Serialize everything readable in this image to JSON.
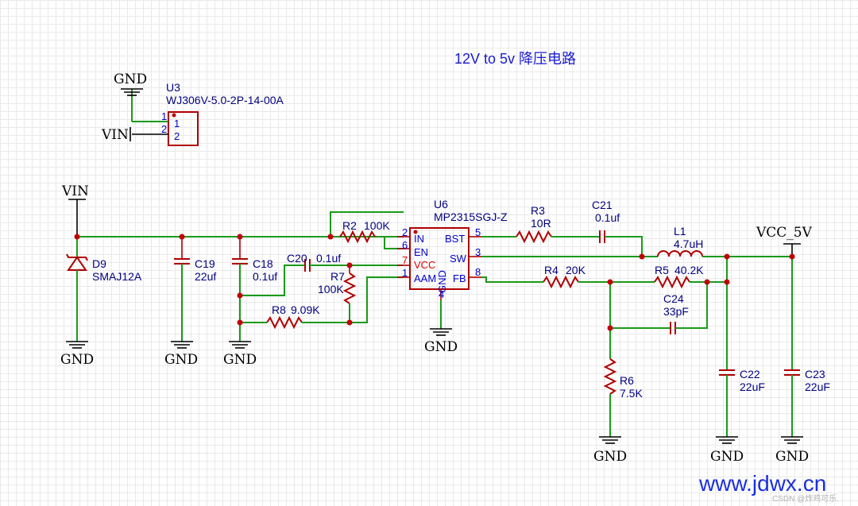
{
  "title": "12V to 5v 降压电路",
  "connector": {
    "ref": "U3",
    "part": "WJ306V-5.0-2P-14-00A",
    "pin1": "1",
    "pin2": "2"
  },
  "nets": {
    "gnd": "GND",
    "vin": "VIN",
    "vcc5": "VCC_5V"
  },
  "ic": {
    "ref": "U6",
    "part": "MP2315SGJ-Z",
    "pins": [
      {
        "num": "2",
        "name": "IN"
      },
      {
        "num": "6",
        "name": "EN"
      },
      {
        "num": "7",
        "name": "VCC"
      },
      {
        "num": "1",
        "name": "AAM"
      },
      {
        "num": "5",
        "name": "BST"
      },
      {
        "num": "3",
        "name": "SW"
      },
      {
        "num": "8",
        "name": "FB"
      },
      {
        "num": "4",
        "name": "GND"
      }
    ]
  },
  "parts": {
    "d9": {
      "ref": "D9",
      "value": "SMAJ12A"
    },
    "c19": {
      "ref": "C19",
      "value": "22uf"
    },
    "c18": {
      "ref": "C18",
      "value": "0.1uf"
    },
    "c20": {
      "ref": "C20",
      "value": "0.1uf"
    },
    "r7": {
      "ref": "R7",
      "value": "100K"
    },
    "r8": {
      "ref": "R8",
      "value": "9.09K"
    },
    "r2": {
      "ref": "R2",
      "value": "100K"
    },
    "r3": {
      "ref": "R3",
      "value": "10R"
    },
    "c21": {
      "ref": "C21",
      "value": "0.1uf"
    },
    "l1": {
      "ref": "L1",
      "value": "4.7uH"
    },
    "r4": {
      "ref": "R4",
      "value": "20K"
    },
    "r5": {
      "ref": "R5",
      "value": "40.2K"
    },
    "c24": {
      "ref": "C24",
      "value": "33pF"
    },
    "r6": {
      "ref": "R6",
      "value": "7.5K"
    },
    "c22": {
      "ref": "C22",
      "value": "22uF"
    },
    "c23": {
      "ref": "C23",
      "value": "22uF"
    }
  },
  "watermark": {
    "site": "www.jdwx.cn",
    "credit": "CSDN @炸鸡可乐."
  },
  "colors": {
    "wire": "#1a9a1a",
    "component": "#b00000",
    "label": "#000080",
    "pin": "#0000cc",
    "junction": "#c00000"
  }
}
